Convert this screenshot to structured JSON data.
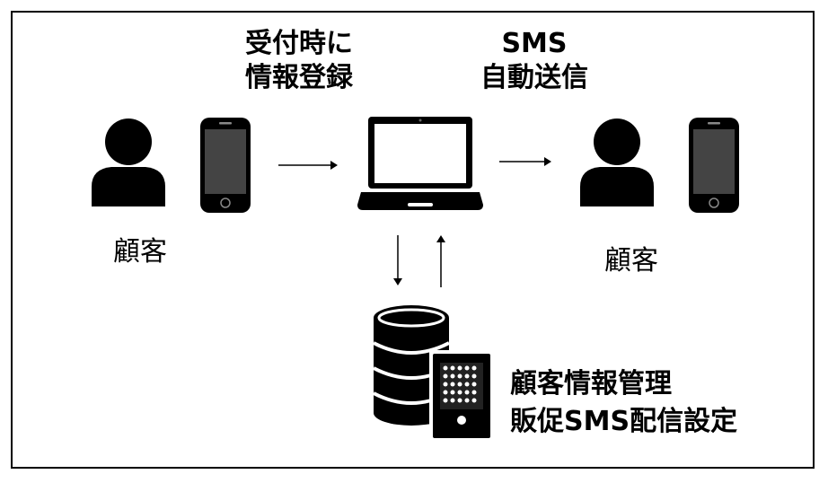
{
  "labels": {
    "registration": [
      "受付時に",
      "情報登録"
    ],
    "sms_auto": [
      "SMS",
      "自動送信"
    ],
    "customer_left": "顧客",
    "customer_right": "顧客",
    "db": [
      "顧客情報管理",
      "販促SMS配信設定"
    ]
  },
  "icons": {
    "person_left": "person-icon",
    "phone_left": "smartphone-icon",
    "laptop": "laptop-icon",
    "person_right": "person-icon",
    "phone_right": "smartphone-icon",
    "database_server": "database-server-icon"
  },
  "colors": {
    "ink": "#000000",
    "background": "#ffffff"
  }
}
